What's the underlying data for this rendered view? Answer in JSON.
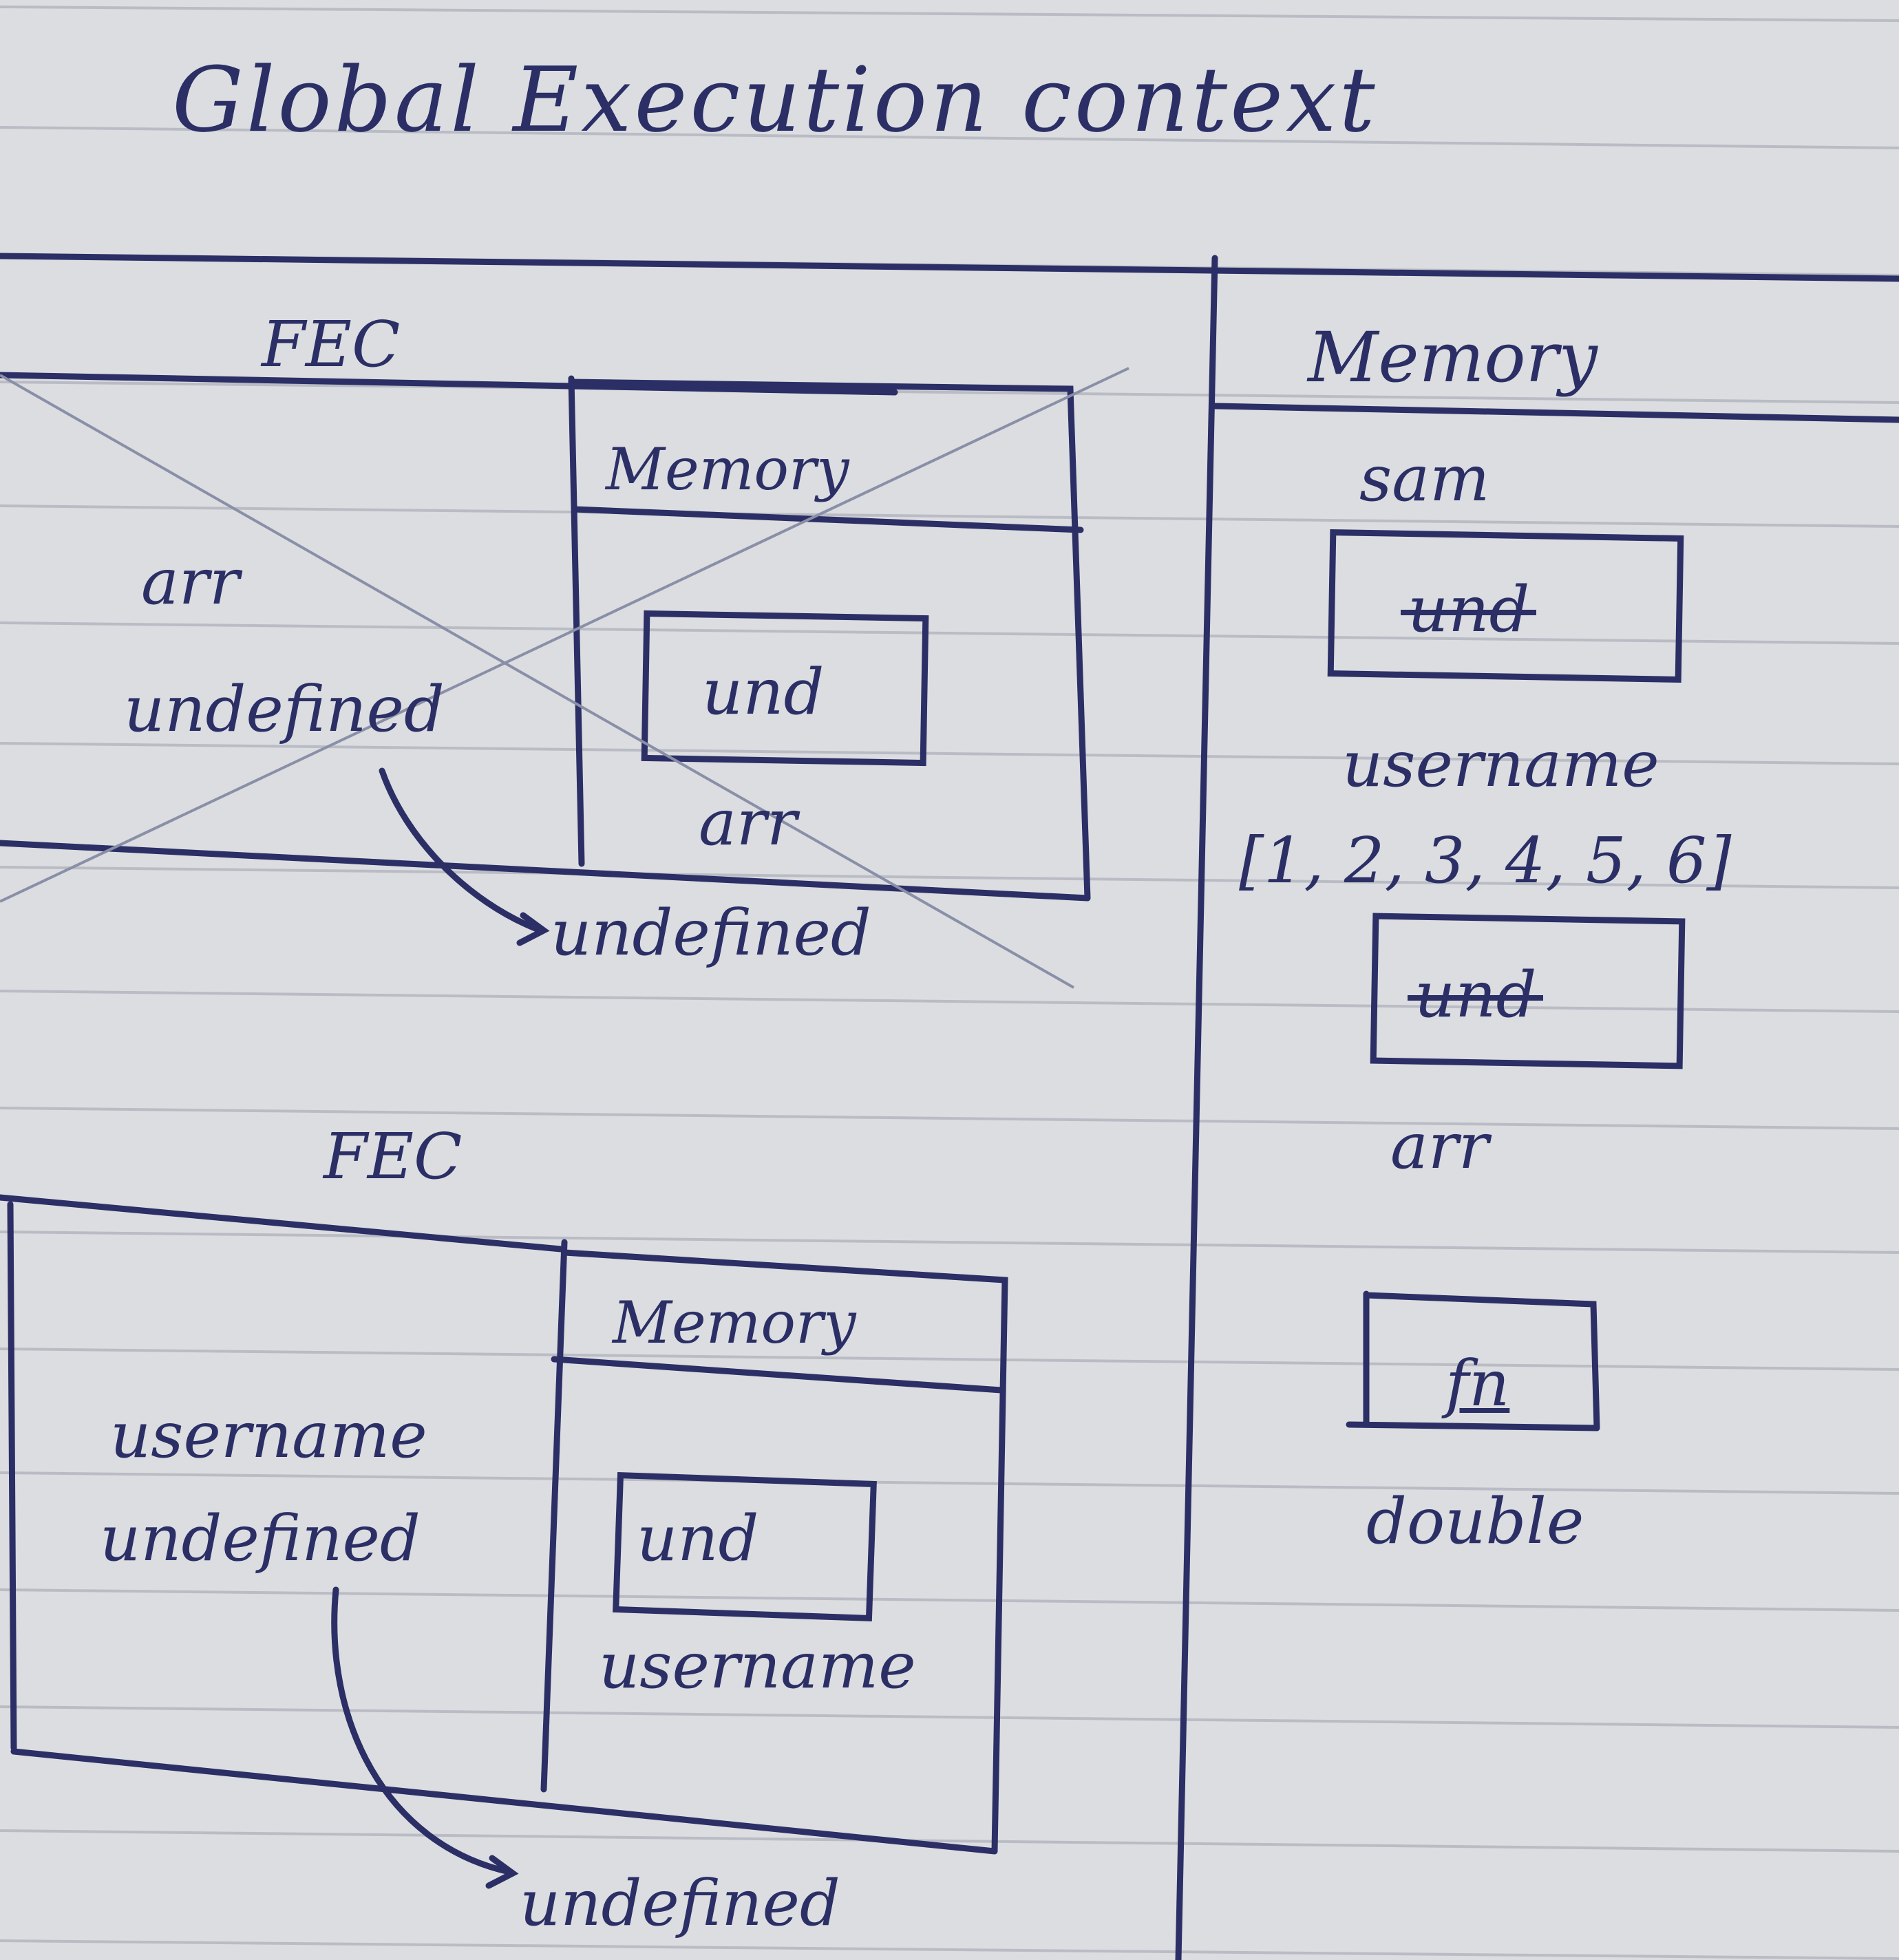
{
  "title": "Global Execution context",
  "global_memory": {
    "heading": "Memory",
    "sam": {
      "name": "sam",
      "value": "und"
    },
    "username": {
      "name": "username",
      "array": "[1, 2, 3, 4, 5, 6]",
      "value": "und"
    },
    "arr": {
      "name": "arr"
    },
    "double": {
      "name": "double",
      "value": "fn"
    }
  },
  "fec_top": {
    "heading": "FEC",
    "memory_heading": "Memory",
    "memory_value": "und",
    "memory_var": "arr",
    "left_var": "arr",
    "left_value": "undefined",
    "result": "undefined"
  },
  "fec_bottom": {
    "heading": "FEC",
    "memory_heading": "Memory",
    "memory_value": "und",
    "memory_var": "username",
    "left_var": "username",
    "left_value": "undefined",
    "result": "undefined"
  },
  "colors": {
    "ink": "#2b2f66",
    "paper": "#dcdde0",
    "rule": "#b9bcc4",
    "pencil": "#8a8fa8"
  }
}
